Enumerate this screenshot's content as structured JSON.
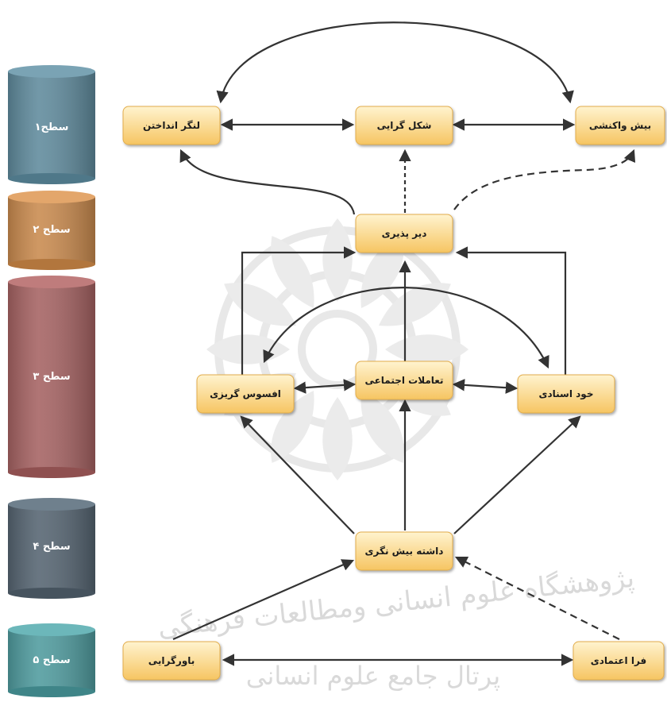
{
  "levels": [
    {
      "label": "سطح۱",
      "color": "#5f8a9c"
    },
    {
      "label": "سطح ۲",
      "color": "#c98a4e"
    },
    {
      "label": "سطح ۳",
      "color": "#a56262"
    },
    {
      "label": "سطح ۴",
      "color": "#556471"
    },
    {
      "label": "سطح ۵",
      "color": "#4f9b9e"
    }
  ],
  "nodes": {
    "langar": "لنگر انداختن",
    "shekl": "شکل گرایی",
    "pish_vakonesh": "بیش واکنشی",
    "dir": "دیر پذیری",
    "afsos": "افسوس گریزی",
    "taamolat": "تعاملات اجتماعی",
    "khod": "خود اسنادی",
    "dashte": "داشته بیش نگری",
    "bavar": "باورگرایی",
    "fara": "فرا اعتمادی"
  },
  "watermark": {
    "line1": "پژوهشگاه علوم انسانی ومطالعات فرهنگی",
    "line2": "پرتال جامع علوم انسانی"
  },
  "colors": {
    "node_top": "#fff1c8",
    "node_bottom": "#f7c96a",
    "arrow": "#333333",
    "watermark": "#d9d9d9"
  }
}
